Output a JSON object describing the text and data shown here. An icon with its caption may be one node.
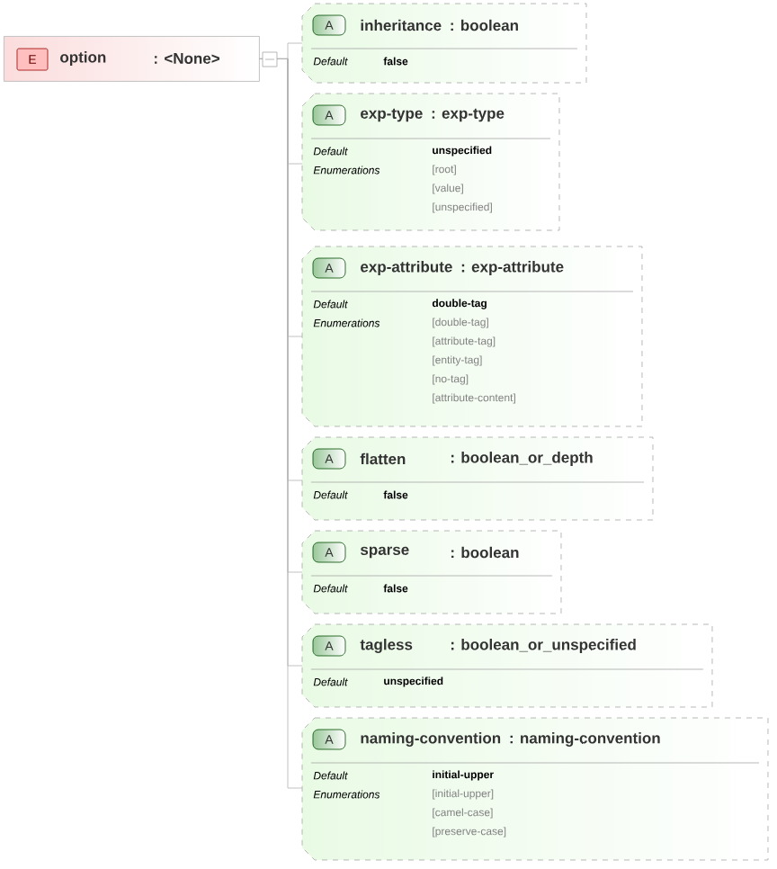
{
  "diagram": {
    "nodes": [
      {
        "text": [
          "E",
          "option",
          ": <None>"
        ]
      },
      {
        "text": [
          "A",
          "inheritance",
          ": boolean",
          "Default",
          "false"
        ]
      },
      {
        "text": [
          "A",
          "exp-type",
          ": exp-type",
          "Default",
          "unspecified",
          "Enumerations",
          "[root]",
          "[value]",
          "[unspecified]"
        ]
      },
      {
        "text": [
          "A",
          "exp-attribute",
          ": exp-attribute",
          "Default",
          "double-tag",
          "Enumerations",
          "[double-tag]",
          "[attribute-tag]",
          "[entity-tag]",
          "[no-tag]",
          "[attribute-content]"
        ]
      },
      {
        "text": [
          "A",
          "flatten",
          ": boolean_or_depth",
          "Default",
          "false"
        ]
      },
      {
        "text": [
          "A",
          "sparse",
          ": boolean",
          "Default",
          "false"
        ]
      },
      {
        "text": [
          "A",
          "tagless",
          ": boolean_or_unspecified",
          "Default",
          "unspecified"
        ]
      },
      {
        "text": [
          "A",
          "naming-convention",
          ": naming-convention",
          "Default",
          "initial-upper",
          "Enumerations",
          "[initial-upper]",
          "[camel-case]",
          "[preserve-case]"
        ]
      }
    ],
    "edges": [
      {
        "from": 0,
        "to": 1,
        "arrow": "none"
      },
      {
        "from": 0,
        "to": 2,
        "arrow": "none"
      },
      {
        "from": 0,
        "to": 3,
        "arrow": "none"
      },
      {
        "from": 0,
        "to": 4,
        "arrow": "none"
      },
      {
        "from": 0,
        "to": 5,
        "arrow": "none"
      },
      {
        "from": 0,
        "to": 6,
        "arrow": "none"
      },
      {
        "from": 0,
        "to": 7,
        "arrow": "none"
      }
    ]
  }
}
